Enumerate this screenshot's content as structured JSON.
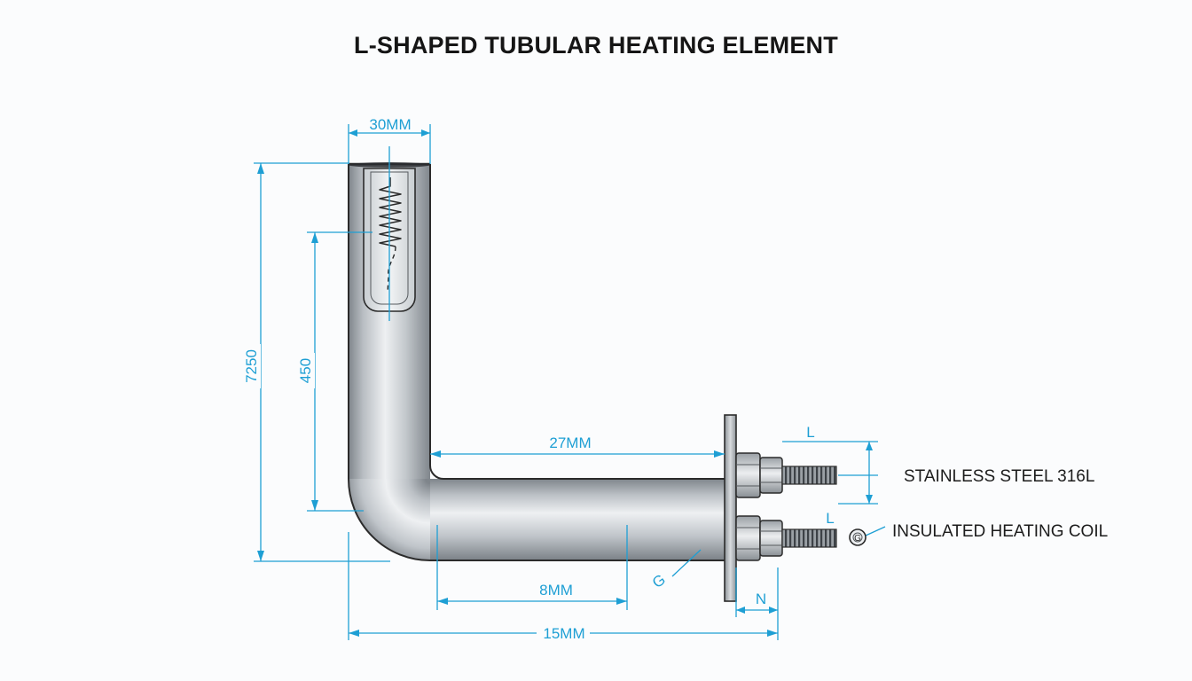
{
  "title": "L-SHAPED TUBULAR HEATING ELEMENT",
  "colors": {
    "dimension": "#1e9fd4",
    "outline": "#2b2b2b",
    "tube_light": "#e4e7ea",
    "tube_dark": "#8c9196",
    "background": "#fbfcfd"
  },
  "dimensions": {
    "tube_diameter": "30MM",
    "overall_height": "7250",
    "inner_height": "450",
    "horizontal_inner": "27MM",
    "horizontal_segment": "8MM",
    "overall_length": "15MM",
    "flange_thickness": "N",
    "terminal_length": "L",
    "terminal_pitch": "L",
    "weld_mark": "G"
  },
  "callouts": {
    "sheath_material": "STAINLESS STEEL 316L",
    "coil": "INSULATED HEATING COIL",
    "coil_symbol": "G"
  }
}
